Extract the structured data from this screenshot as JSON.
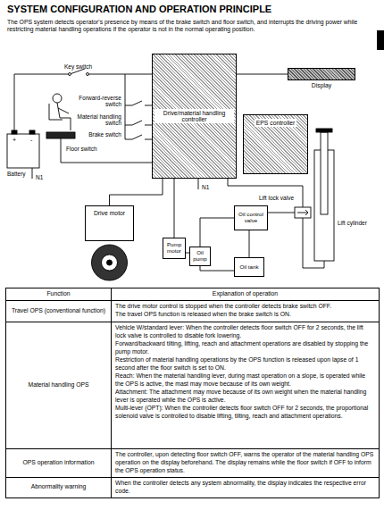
{
  "diagram": {
    "title": "SYSTEM CONFIGURATION AND OPERATION PRINCIPLE",
    "nodes": [
      {
        "text": [
          "Display"
        ]
      },
      {
        "text": [
          "Drive/material handling controller"
        ]
      },
      {
        "text": [
          "EPS controller"
        ]
      },
      {
        "text": [
          "Drive motor"
        ]
      },
      {
        "text": [
          "Oil control valve"
        ]
      },
      {
        "text": [
          "Pump motor"
        ]
      },
      {
        "text": [
          "Oil pump"
        ]
      },
      {
        "text": [
          "Oil tank"
        ]
      }
    ],
    "edges": [
      {
        "from": 1,
        "to": 0,
        "arrow": "none"
      },
      {
        "from": 1,
        "to": 3,
        "arrow": "none"
      },
      {
        "from": 1,
        "to": 5,
        "arrow": "none"
      },
      {
        "from": 5,
        "to": 6,
        "arrow": "none"
      },
      {
        "from": 6,
        "to": 4,
        "arrow": "none"
      },
      {
        "from": 4,
        "to": 7,
        "arrow": "none"
      }
    ],
    "labels": [
      "The OPS system detects operator's presence by means of the brake switch and floor switch, and interrupts the driving power while restricting material handling operations if the operator is not in the normal operating position.",
      "Key switch",
      "+",
      "-",
      "Battery",
      "N1",
      "Forward-reverse switch",
      "Material handling switch",
      "Brake switch",
      "Floor switch",
      "N1",
      "Lift lock valve",
      "Lift cylinder",
      "Function",
      "Explanation of operation",
      "Travel OPS (conventional function)",
      "The drive motor control is stopped when the controller detects brake switch OFF.",
      "The travel OPS function is released when the brake switch is ON.",
      "Material handling OPS",
      "Vehicle W/standard lever: When the controller detects floor switch OFF for 2 seconds, the lift lock valve is controlled to disable fork lowering.",
      "Forward/backward tilting, lifting, reach and attachment operations are disabled by stopping the pump motor.",
      "Restriction of material handling operations by the OPS function is released upon lapse of 1 second after the floor switch is set to ON.",
      "Reach: When the material handling lever, during mast operation on a slope, is operated while the OPS is active, the mast may move because of its own weight.",
      "Attachment: The attachment may move because of its own weight when the material handling lever is operated while the OPS is active.",
      "Multi-lever (OPT): When the controller detects floor switch OFF for 2 seconds, the proportional solenoid valve is controlled to disable lifting, tilting, reach and attachment operations.",
      "OPS operation information",
      "The controller, upon detecting floor switch OFF, warns the operator of the material handling OPS operation on the display beforehand. The display remains while the floor switch if OFF to inform the OPS operation status.",
      "Abnormality warning",
      "When the controller detects any system abnormality, the display indicates the respective error code."
    ]
  }
}
